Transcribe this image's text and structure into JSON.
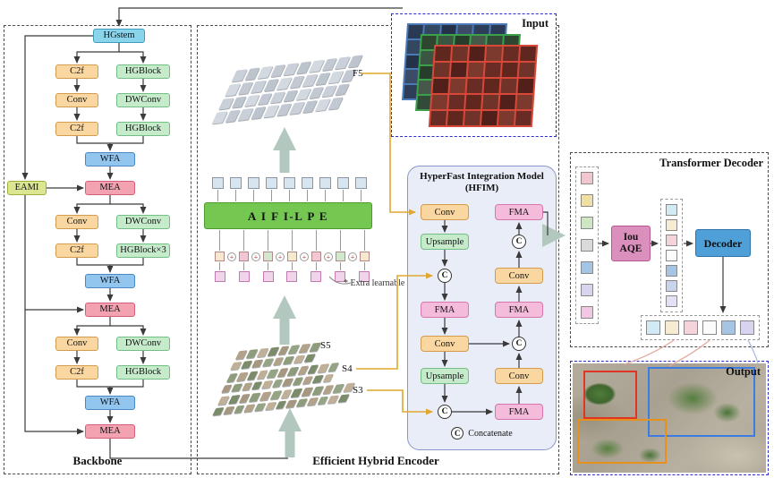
{
  "panels": {
    "backbone_label": "Backbone",
    "encoder_label": "Efficient Hybrid Encoder",
    "decoder_title": "Transformer Decoder",
    "input_label": "Input",
    "output_label": "Output"
  },
  "backbone": {
    "hgstem": "HGstem",
    "eami": "EAMI",
    "wfa": "WFA",
    "mea": "MEA",
    "rows": [
      {
        "left": "C2f",
        "right": "HGBlock"
      },
      {
        "left": "Conv",
        "right": "DWConv"
      },
      {
        "left": "C2f",
        "right": "HGBlock"
      },
      {
        "left": "Conv",
        "right": "DWConv"
      },
      {
        "left": "C2f",
        "right": "HGBlock×3"
      },
      {
        "left": "Conv",
        "right": "DWConv"
      },
      {
        "left": "C2f",
        "right": "HGBlock"
      }
    ]
  },
  "encoder": {
    "aifi_label": "A I F I-L P E",
    "f5_label": "F5",
    "s5_label": "S5",
    "s4_label": "S4",
    "s3_label": "S3",
    "extra_note": "* Extra learnable"
  },
  "hfim": {
    "title_line1": "HyperFast Integration Model",
    "title_line2": "(HFIM)",
    "left_column": [
      "Conv",
      "Upsample",
      "C",
      "FMA",
      "Conv",
      "Upsample",
      "C"
    ],
    "right_column": [
      "FMA",
      "C",
      "Conv",
      "FMA",
      "C",
      "Conv",
      "FMA"
    ],
    "concat_symbol": "C",
    "legend_text": "Concatenate"
  },
  "decoder": {
    "iou_line1": "Iou",
    "iou_line2": "AQE",
    "decoder_label": "Decoder"
  },
  "colors": {
    "accent_yellow_line": "#e2a72e",
    "accent_teal_arrow": "#b2c8bf",
    "bbox_red": "#e03424",
    "bbox_blue": "#3c7ce2",
    "bbox_orange": "#e8901c"
  },
  "decor": {
    "f5_cubes": {
      "count": 40,
      "colors": [
        "#c9d0d9",
        "#bcc4ce",
        "#d3d9e1",
        "#c2c9d3"
      ]
    },
    "s5_cells": {
      "count": 16,
      "colors": [
        "#b2a28a",
        "#8e9c7c",
        "#c0b098",
        "#7c8c6a",
        "#a69880",
        "#94a484"
      ]
    },
    "s4_cells": {
      "count": 22,
      "colors": [
        "#8e9c7c",
        "#b2a28a",
        "#7c8c6a",
        "#c0b098",
        "#94a484",
        "#a69880"
      ]
    },
    "s3_cells": {
      "count": 26,
      "colors": [
        "#c0b098",
        "#7c8c6a",
        "#a69880",
        "#8e9c7c",
        "#b2a28a",
        "#94a484"
      ]
    },
    "input_blue": {
      "count": 30,
      "colors": [
        "#2a3a54",
        "#334760",
        "#243148",
        "#3c4c68",
        "#2e3e58"
      ]
    },
    "input_green": {
      "count": 30,
      "colors": [
        "#2e4630",
        "#3a5642",
        "#283c2c",
        "#46584a",
        "#324a38"
      ]
    },
    "input_red": {
      "count": 30,
      "colors": [
        "#60271f",
        "#70332a",
        "#51201b",
        "#7c392e",
        "#682c24"
      ]
    },
    "tokens_top": {
      "count": 9,
      "colors": [
        "#d8e4ee"
      ]
    },
    "embed_row": {
      "items": [
        {
          "t": "sq",
          "c": "#f7e8d0"
        },
        {
          "t": "plus"
        },
        {
          "t": "sq",
          "c": "#f2c6d2"
        },
        {
          "t": "plus"
        },
        {
          "t": "sq",
          "c": "#d2e8cc"
        },
        {
          "t": "plus"
        },
        {
          "t": "sq",
          "c": "#f7e8d0"
        },
        {
          "t": "plus"
        },
        {
          "t": "sq",
          "c": "#f2c6d2"
        },
        {
          "t": "plus"
        },
        {
          "t": "sq",
          "c": "#d2e8cc"
        },
        {
          "t": "plus"
        },
        {
          "t": "sq",
          "c": "#f7e8d0"
        }
      ]
    },
    "learn_row": {
      "count": 7,
      "colors": [
        "#f0d4ea"
      ]
    },
    "queries_col1": {
      "count": 7,
      "colors": [
        "#f2c6ce",
        "#f0dfa6",
        "#cfe6c6",
        "#d8dadc",
        "#a6c4e4",
        "#d8d4f0",
        "#f0c8e4"
      ]
    },
    "queries_col2": {
      "count": 7,
      "colors": [
        "#d2eaf4",
        "#f6ecd2",
        "#f4d4da",
        "#fbfbfb",
        "#a6c4e4",
        "#c8d4ec",
        "#e4e0f6"
      ]
    },
    "output_row": {
      "count": 6,
      "colors": [
        "#d2eaf4",
        "#f6ecd2",
        "#f4d4da",
        "#fbfbfb",
        "#a6c4e4",
        "#d8d4f0"
      ]
    }
  }
}
